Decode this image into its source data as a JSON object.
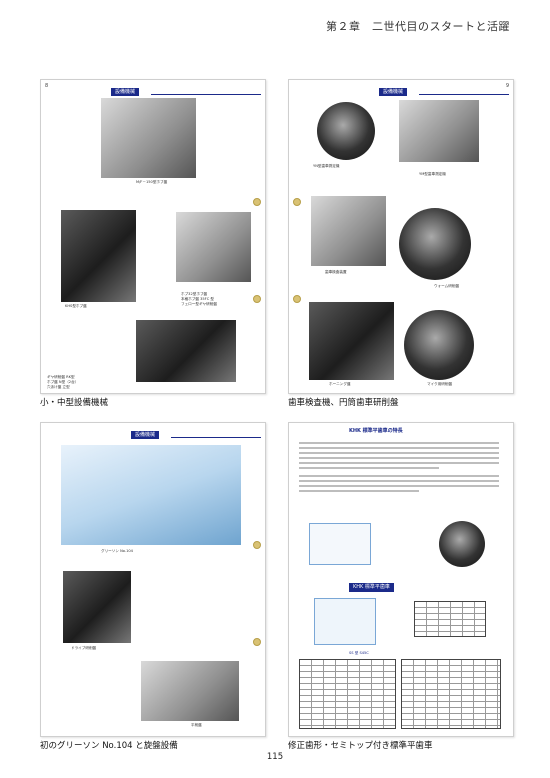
{
  "header": {
    "chapter": "第２章　二世代目のスタートと活躍"
  },
  "page1": {
    "number": "8",
    "banner": "設備機械",
    "captions": {
      "top": "M/F－150型ホブ盤",
      "mid_left": "KHS型ホブ盤",
      "mid_right_1": "ホブ32型ホブ盤",
      "mid_right_2": "本格ホブ盤 35FC 型",
      "mid_right_3": "フェロー型ギヤ研削盤",
      "bottom_1": "ギヤ研削盤 RK型",
      "bottom_2": "ホブ盤 N型（2台）",
      "bottom_3": "穴あけ盤 立型"
    },
    "label": "小・中型設備機械"
  },
  "page2": {
    "number": "9",
    "banner": "設備機械",
    "captions": {
      "tl": "YN型歯車測定機",
      "tr": "YM型歯車測定機",
      "ml": "歯車検査装置",
      "mr": "ウォーム研削盤",
      "bl": "ホーニング盤",
      "br": "マイク用研削盤"
    },
    "label": "歯車検査機、円筒歯車研削盤"
  },
  "page3": {
    "banner": "設備機械",
    "captions": {
      "mid": "グリーソン No.104",
      "low": "ドライブ研削盤",
      "bottom": "平削盤"
    },
    "label": "初のグリーソン No.104 と旋盤設備"
  },
  "page4": {
    "title": "KHK 標準平歯車の特長",
    "subtitle": "KHK 標準平歯車",
    "table_title": "SS 型  S45C",
    "label": "修正歯形・セミトップ付き標準平歯車"
  },
  "footer": {
    "page": "115"
  }
}
